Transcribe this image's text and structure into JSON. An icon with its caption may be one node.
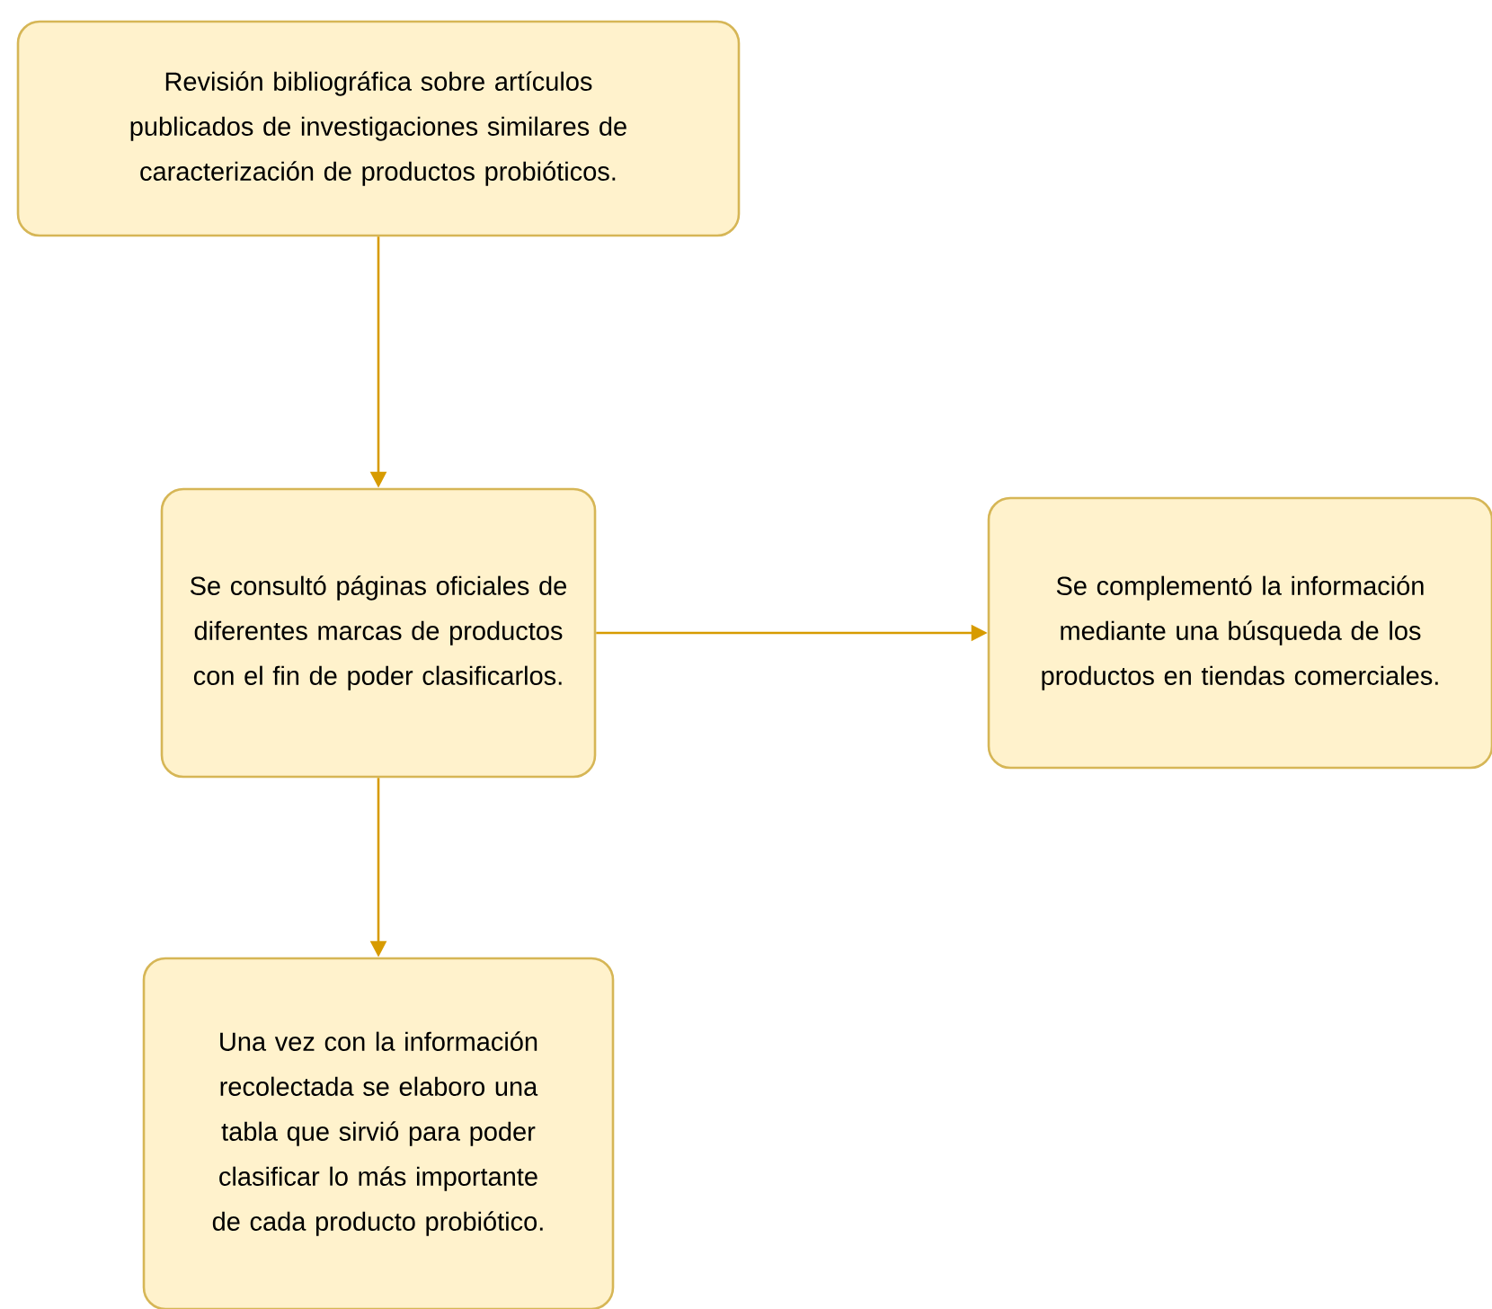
{
  "diagram": {
    "nodes": [
      {
        "text": [
          "Revisión bibliográfica sobre artículos publicados de investigaciones similares de caracterización de productos probióticos."
        ]
      },
      {
        "text": [
          "Se consultó páginas oficiales de diferentes marcas de productos con el fin de poder clasificarlos."
        ]
      },
      {
        "text": [
          "Se complementó la información mediante una búsqueda de los productos en tiendas comerciales."
        ]
      },
      {
        "text": [
          "Una vez con la información recolectada se elaboro una tabla que sirvió para poder clasificar lo más importante de cada producto probiótico."
        ]
      }
    ],
    "edges": [
      {
        "from": 0,
        "to": 1,
        "arrow": "to"
      },
      {
        "from": 1,
        "to": 2,
        "arrow": "to"
      },
      {
        "from": 1,
        "to": 3,
        "arrow": "to"
      }
    ]
  }
}
